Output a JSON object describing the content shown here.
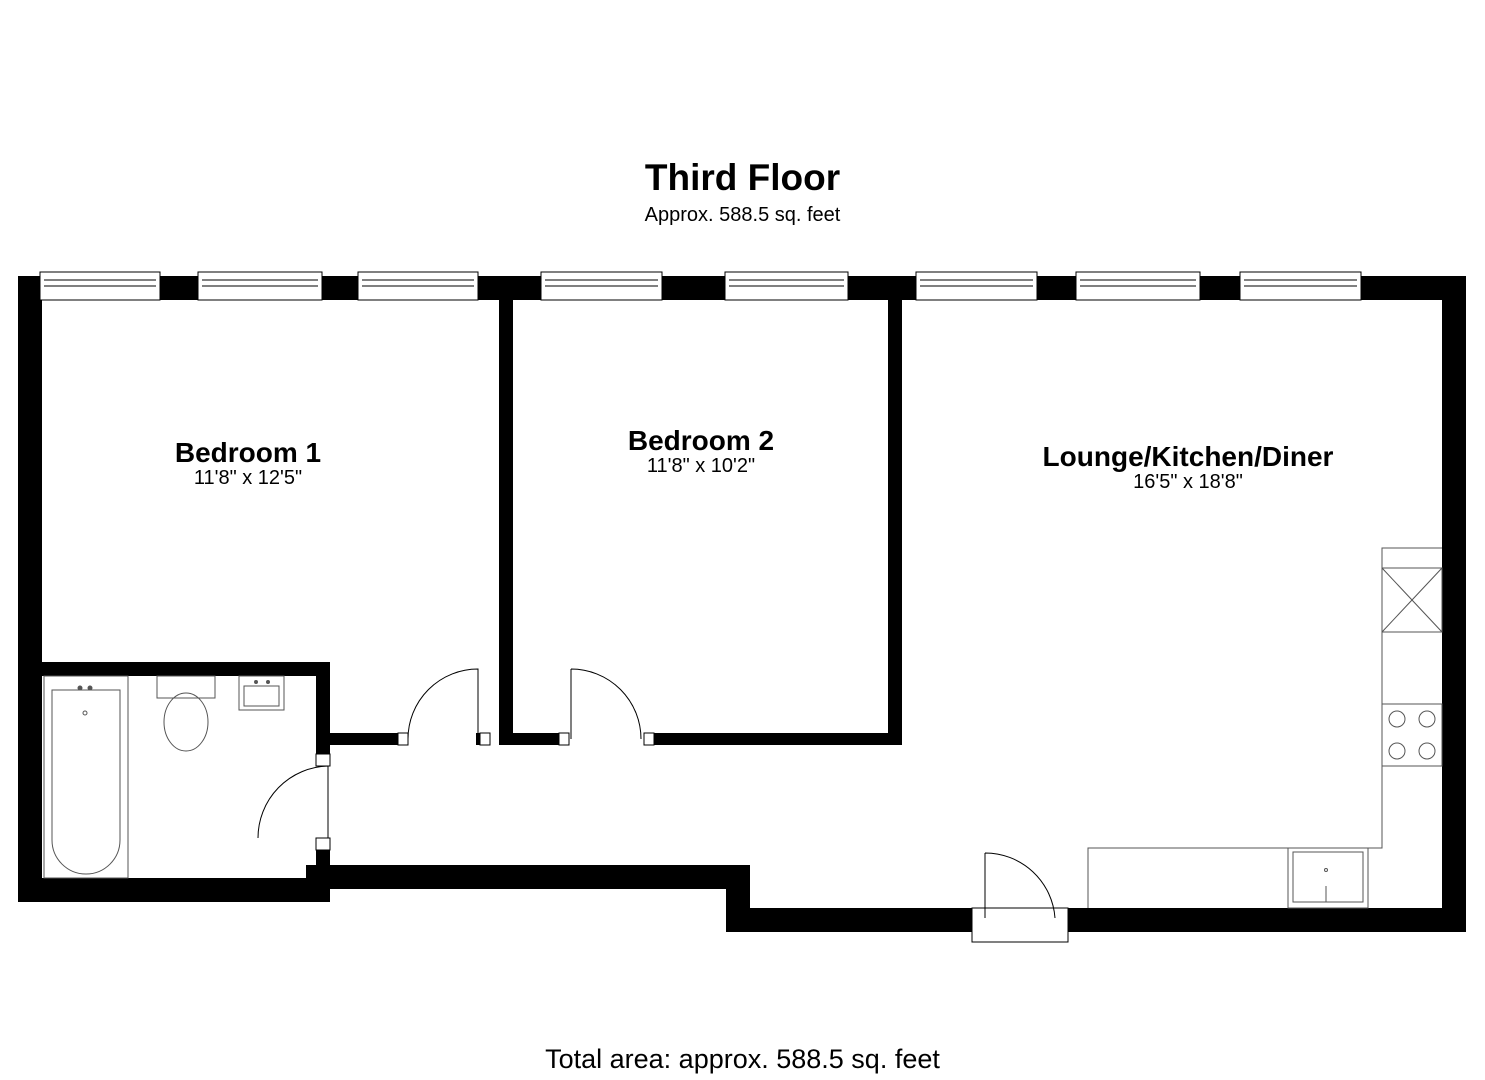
{
  "floor": {
    "title": "Third Floor",
    "area": "Approx. 588.5 sq. feet"
  },
  "rooms": [
    {
      "name": "Bedroom 1",
      "dimensions": "11'8\" x 12'5\""
    },
    {
      "name": "Bedroom 2",
      "dimensions": "11'8\" x 10'2\""
    },
    {
      "name": "Lounge/Kitchen/Diner",
      "dimensions": "16'5\" x 18'8\""
    }
  ],
  "total_area": "Total area: approx. 588.5 sq. feet",
  "colors": {
    "wall": "#000000",
    "fixture": "#555555",
    "background": "#ffffff"
  }
}
